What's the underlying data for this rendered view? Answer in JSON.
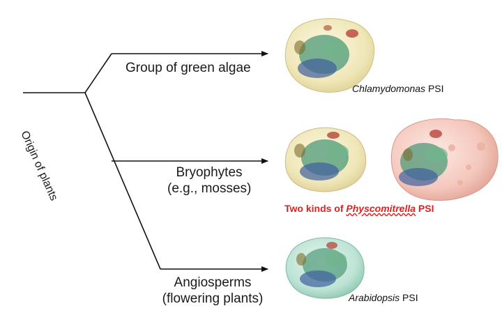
{
  "origin_label": "Origin of plants",
  "branches": [
    {
      "name": "Group of green algae"
    },
    {
      "name": "Bryophytes",
      "sub": "(e.g., mosses)"
    },
    {
      "name": "Angiosperms",
      "sub": "(flowering plants)"
    }
  ],
  "captions": {
    "chlamy": {
      "italic": "Chlamydomonas",
      "rest": " PSI"
    },
    "physco": {
      "prefix": "Two kinds of ",
      "italic": "Physcomitrella",
      "rest": " PSI"
    },
    "arabidopsis": {
      "italic": "Arabidopsis",
      "rest": " PSI"
    }
  },
  "colors": {
    "line": "#111111",
    "caption_red": "#e0201e",
    "envelope_yellow": "#f3edc4",
    "envelope_pink": "#f7cfc6",
    "envelope_teal": "#bfe3d6"
  }
}
